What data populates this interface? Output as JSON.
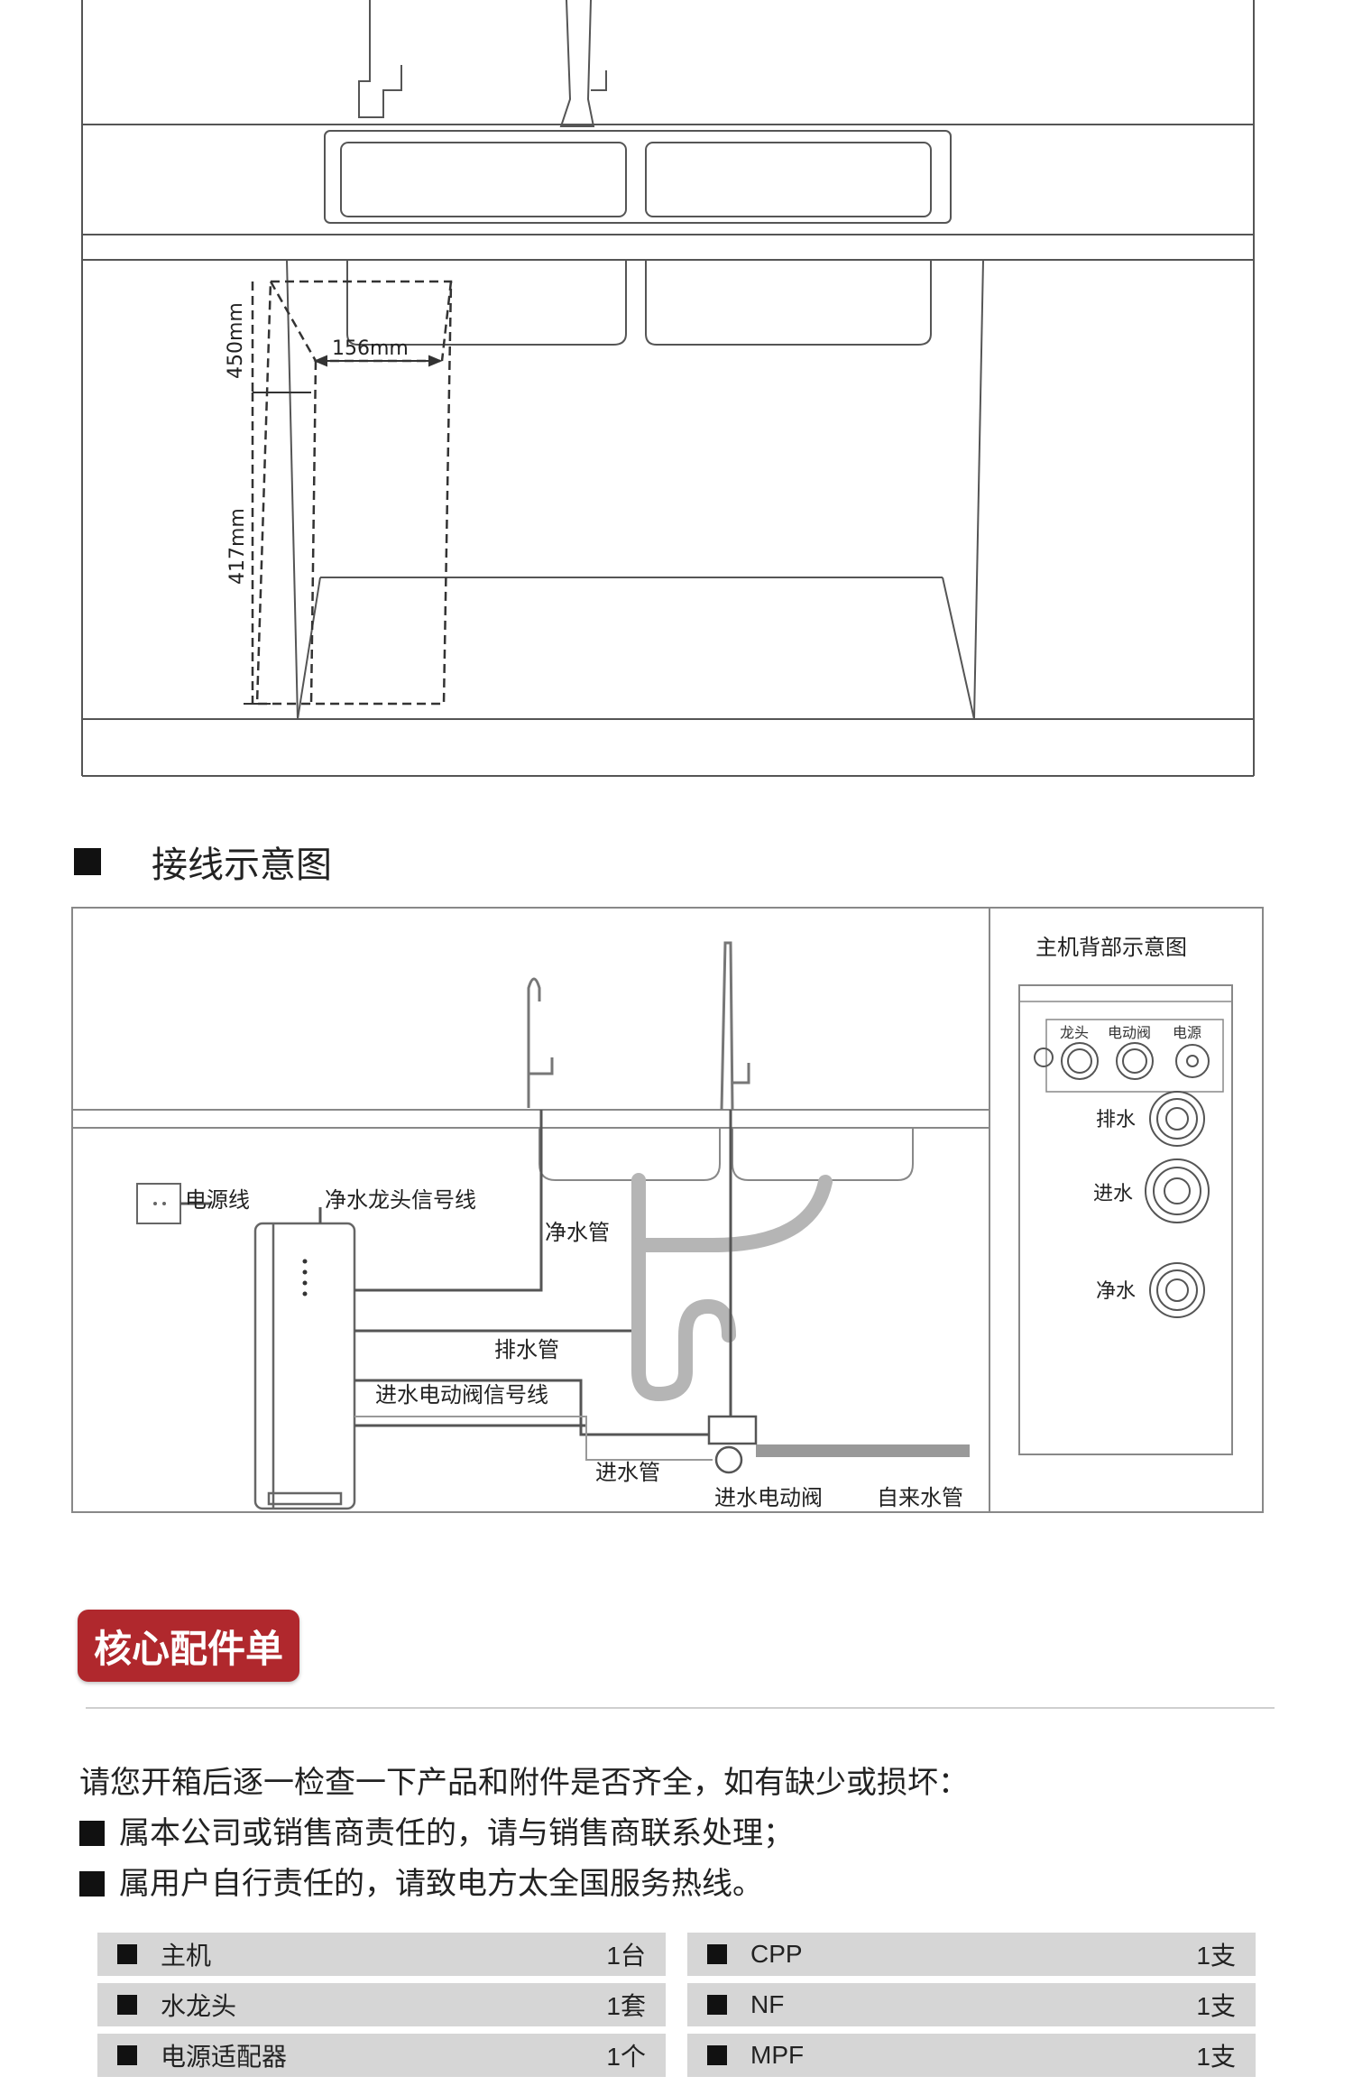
{
  "top_diagram": {
    "dim_width": "156mm",
    "dim_height_top": "450mm",
    "dim_height_main": "417mm"
  },
  "wiring_section": {
    "title": "接线示意图"
  },
  "wiring_diagram": {
    "label_power_cord": "电源线",
    "label_faucet_signal": "净水龙头信号线",
    "label_pure_pipe": "净水管",
    "label_drain_pipe": "排水管",
    "label_inlet_valve_signal": "进水电动阀信号线",
    "label_inlet_pipe": "进水管",
    "label_inlet_valve": "进水电动阀",
    "label_tap_water_pipe": "自来水管"
  },
  "back_panel": {
    "title": "主机背部示意图",
    "port_faucet": "龙头",
    "port_valve": "电动阀",
    "port_power": "电源",
    "port_drain": "排水",
    "port_inlet": "进水",
    "port_pure": "净水"
  },
  "accessories": {
    "badge": "核心配件单",
    "intro_line1": "请您开箱后逐一检查一下产品和附件是否齐全，如有缺少或损坏：",
    "intro_line2": "属本公司或销售商责任的，请与销售商联系处理；",
    "intro_line3": "属用户自行责任的，请致电方太全国服务热线。",
    "left": [
      {
        "name": "主机",
        "qty": "1台"
      },
      {
        "name": "水龙头",
        "qty": "1套"
      },
      {
        "name": "电源适配器",
        "qty": "1个"
      }
    ],
    "right": [
      {
        "name": "CPP",
        "qty": "1支"
      },
      {
        "name": "NF",
        "qty": "1支"
      },
      {
        "name": "MPF",
        "qty": "1支"
      }
    ]
  }
}
